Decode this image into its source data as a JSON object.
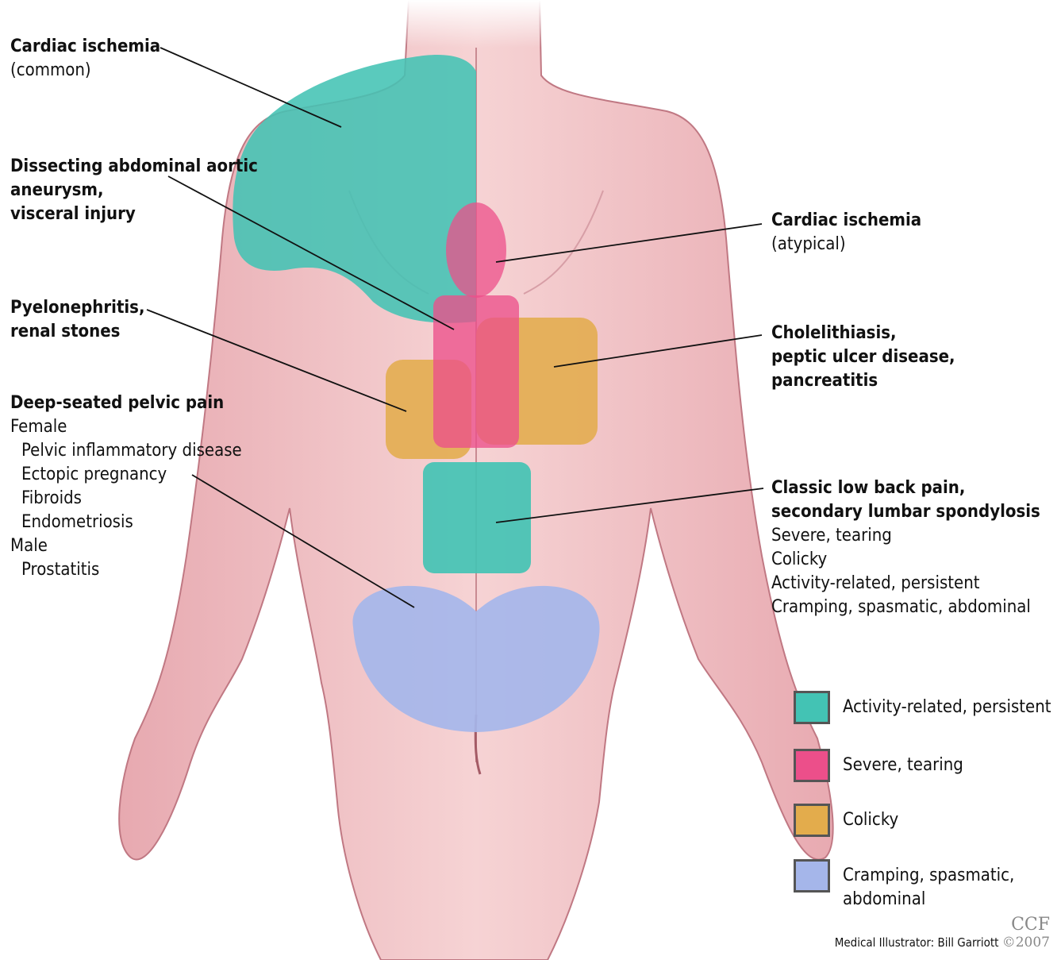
{
  "labels": {
    "cardiac_common": {
      "title": "Cardiac ischemia",
      "sub": "(common)"
    },
    "aortic": {
      "line1": "Dissecting abdominal aortic",
      "line2": "aneurysm,",
      "line3": "visceral injury"
    },
    "pyelo": {
      "line1": "Pyelonephritis,",
      "line2": "renal stones"
    },
    "pelvic": {
      "title": "Deep-seated pelvic pain",
      "female": "Female",
      "female_items": [
        "Pelvic inflammatory disease",
        "Ectopic pregnancy",
        "Fibroids",
        "Endometriosis"
      ],
      "male": "Male",
      "male_items": [
        "Prostatitis"
      ]
    },
    "cardiac_atypical": {
      "title": "Cardiac ischemia",
      "sub": "(atypical)"
    },
    "chole": {
      "line1": "Cholelithiasis,",
      "line2": "peptic ulcer disease,",
      "line3": "pancreatitis"
    },
    "lowback": {
      "line1": "Classic low back pain,",
      "line2": "secondary lumbar spondylosis",
      "items": [
        "Severe, tearing",
        "Colicky",
        "Activity-related, persistent",
        "Cramping, spasmatic, abdominal"
      ]
    }
  },
  "legend": [
    {
      "label": "Activity-related, persistent",
      "color": "#43c3b4"
    },
    {
      "label": "Severe, tearing",
      "color": "#ec4f8a"
    },
    {
      "label": "Colicky",
      "color": "#e3ac4c"
    },
    {
      "label": "Cramping, spasmatic, abdominal",
      "color": "#a5b6ea"
    }
  ],
  "credit": {
    "ccf": "CCF",
    "illustrator": "Medical Illustrator: Bill Garriott",
    "year": "©2007"
  }
}
